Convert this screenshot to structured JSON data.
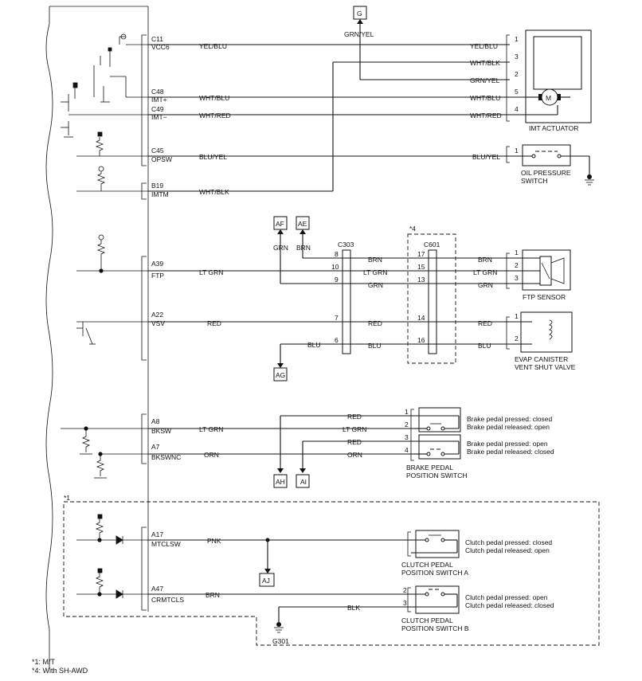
{
  "ecm": {
    "pins": [
      {
        "pin": "C11",
        "name": "VCC6"
      },
      {
        "pin": "C48",
        "name": "IMT+"
      },
      {
        "pin": "C49",
        "name": "IMT−"
      },
      {
        "pin": "C45",
        "name": "OPSW"
      },
      {
        "pin": "B19",
        "name": "IMTM"
      },
      {
        "pin": "A39",
        "name": "FTP"
      },
      {
        "pin": "A22",
        "name": "VSV"
      },
      {
        "pin": "A8",
        "name": "BKSW"
      },
      {
        "pin": "A7",
        "name": "BKSWNC"
      },
      {
        "pin": "A17",
        "name": "MTCLSW"
      },
      {
        "pin": "A47",
        "name": "CRMTCLS"
      }
    ]
  },
  "wire_colors": {
    "yel_blu": "YEL/BLU",
    "grn_yel": "GRN/YEL",
    "wht_blk": "WHT/BLK",
    "wht_blu": "WHT/BLU",
    "wht_red": "WHT/RED",
    "blu_yel": "BLU/YEL",
    "lt_grn": "LT GRN",
    "grn": "GRN",
    "brn": "BRN",
    "red": "RED",
    "blu": "BLU",
    "orn": "ORN",
    "pnk": "PNK",
    "blk": "BLK"
  },
  "pin_numbers": [
    "1",
    "2",
    "3",
    "4",
    "5",
    "6",
    "7",
    "8",
    "9",
    "10",
    "13",
    "14",
    "15",
    "16",
    "17"
  ],
  "connectors": {
    "c303": "C303",
    "c601": "C601",
    "g301": "G301"
  },
  "refs": {
    "g": "G",
    "af": "AF",
    "ae": "AE",
    "ag": "AG",
    "ah": "AH",
    "ai": "AI",
    "aj": "AJ"
  },
  "components": {
    "imt_actuator": "IMT ACTUATOR",
    "motor_symbol": "M",
    "oil_pressure_switch": [
      "OIL PRESSURE",
      "SWITCH"
    ],
    "ftp_sensor": "FTP SENSOR",
    "evap_valve": [
      "EVAP CANISTER",
      "VENT SHUT VALVE"
    ],
    "brake_switch": [
      "BRAKE PEDAL",
      "POSITION SWITCH"
    ],
    "clutch_switch_a": [
      "CLUTCH PEDAL",
      "POSITION SWITCH A"
    ],
    "clutch_switch_b": [
      "CLUTCH PEDAL",
      "POSITION SWITCH B"
    ]
  },
  "notes": {
    "brake_1_pressed": "Brake pedal pressed: closed",
    "brake_1_released": "Brake pedal released: open",
    "brake_2_pressed": "Brake pedal pressed: open",
    "brake_2_released": "Brake pedal released: closed",
    "clutch_a_pressed": "Clutch pedal pressed: closed",
    "clutch_a_released": "Clutch pedal released: open",
    "clutch_b_pressed": "Clutch pedal pressed: open",
    "clutch_b_released": "Clutch pedal released: closed"
  },
  "markers": {
    "mt_marker": "*1",
    "awd_marker": "*4"
  },
  "footnotes": {
    "mt": "*1: M/T",
    "awd": "*4: With SH-AWD"
  }
}
